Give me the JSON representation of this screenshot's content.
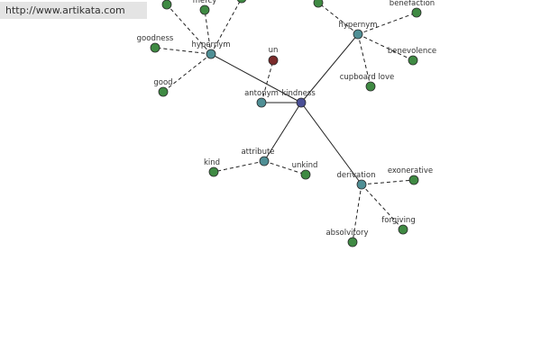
{
  "header": {
    "url": "http://www.artikata.com"
  },
  "colors": {
    "center": "#4a4f96",
    "relation": "#4f8f95",
    "word": "#3f8a43",
    "antonym_word": "#7a2a2a",
    "edge": "#222222"
  },
  "graph": {
    "nodes": [
      {
        "id": "kindness",
        "label": "kindness",
        "kind": "center",
        "icon": "node-circle"
      },
      {
        "id": "hypernym1",
        "label": "hypernym",
        "kind": "relation",
        "icon": "node-circle"
      },
      {
        "id": "hypernym2",
        "label": "hypernym",
        "kind": "relation",
        "icon": "node-circle"
      },
      {
        "id": "antonym",
        "label": "antonym",
        "kind": "relation",
        "icon": "node-circle"
      },
      {
        "id": "attribute",
        "label": "attribute",
        "kind": "relation",
        "icon": "node-circle"
      },
      {
        "id": "derivation",
        "label": "derivation",
        "kind": "relation",
        "icon": "node-circle"
      },
      {
        "id": "un",
        "label": "un",
        "kind": "antonym_word",
        "icon": "node-circle"
      },
      {
        "id": "goodness",
        "label": "goodness",
        "kind": "word",
        "icon": "node-circle"
      },
      {
        "id": "good",
        "label": "good",
        "kind": "word",
        "icon": "node-circle"
      },
      {
        "id": "mercy",
        "label": "mercy",
        "kind": "word",
        "icon": "node-circle"
      },
      {
        "id": "h1top1",
        "label": "",
        "kind": "word",
        "icon": "node-circle"
      },
      {
        "id": "h1top2",
        "label": "",
        "kind": "word",
        "icon": "node-circle"
      },
      {
        "id": "benefaction",
        "label": "benefaction",
        "kind": "word",
        "icon": "node-circle"
      },
      {
        "id": "benevolence",
        "label": "benevolence",
        "kind": "word",
        "icon": "node-circle"
      },
      {
        "id": "cupboard",
        "label": "cupboard love",
        "kind": "word",
        "icon": "node-circle"
      },
      {
        "id": "h2top1",
        "label": "",
        "kind": "word",
        "icon": "node-circle"
      },
      {
        "id": "kind",
        "label": "kind",
        "kind": "word",
        "icon": "node-circle"
      },
      {
        "id": "unkind",
        "label": "unkind",
        "kind": "word",
        "icon": "node-circle"
      },
      {
        "id": "exonerative",
        "label": "exonerative",
        "kind": "word",
        "icon": "node-circle"
      },
      {
        "id": "forgiving",
        "label": "forgiving",
        "kind": "word",
        "icon": "node-circle"
      },
      {
        "id": "absolvitory",
        "label": "absolvitory",
        "kind": "word",
        "icon": "node-circle"
      }
    ],
    "edges": [
      {
        "from": "kindness",
        "to": "hypernym1",
        "style": "solid"
      },
      {
        "from": "kindness",
        "to": "hypernym2",
        "style": "solid"
      },
      {
        "from": "kindness",
        "to": "antonym",
        "style": "solid"
      },
      {
        "from": "kindness",
        "to": "attribute",
        "style": "solid"
      },
      {
        "from": "kindness",
        "to": "derivation",
        "style": "solid"
      },
      {
        "from": "antonym",
        "to": "un",
        "style": "dashed"
      },
      {
        "from": "hypernym1",
        "to": "goodness",
        "style": "dashed"
      },
      {
        "from": "hypernym1",
        "to": "good",
        "style": "dashed"
      },
      {
        "from": "hypernym1",
        "to": "mercy",
        "style": "dashed"
      },
      {
        "from": "hypernym1",
        "to": "h1top1",
        "style": "dashed"
      },
      {
        "from": "hypernym1",
        "to": "h1top2",
        "style": "dashed"
      },
      {
        "from": "hypernym2",
        "to": "benefaction",
        "style": "dashed"
      },
      {
        "from": "hypernym2",
        "to": "benevolence",
        "style": "dashed"
      },
      {
        "from": "hypernym2",
        "to": "cupboard",
        "style": "dashed"
      },
      {
        "from": "hypernym2",
        "to": "h2top1",
        "style": "dashed"
      },
      {
        "from": "attribute",
        "to": "kind",
        "style": "dashed"
      },
      {
        "from": "attribute",
        "to": "unkind",
        "style": "dashed"
      },
      {
        "from": "derivation",
        "to": "exonerative",
        "style": "dashed"
      },
      {
        "from": "derivation",
        "to": "forgiving",
        "style": "dashed"
      },
      {
        "from": "derivation",
        "to": "absolvitory",
        "style": "dashed"
      }
    ]
  }
}
